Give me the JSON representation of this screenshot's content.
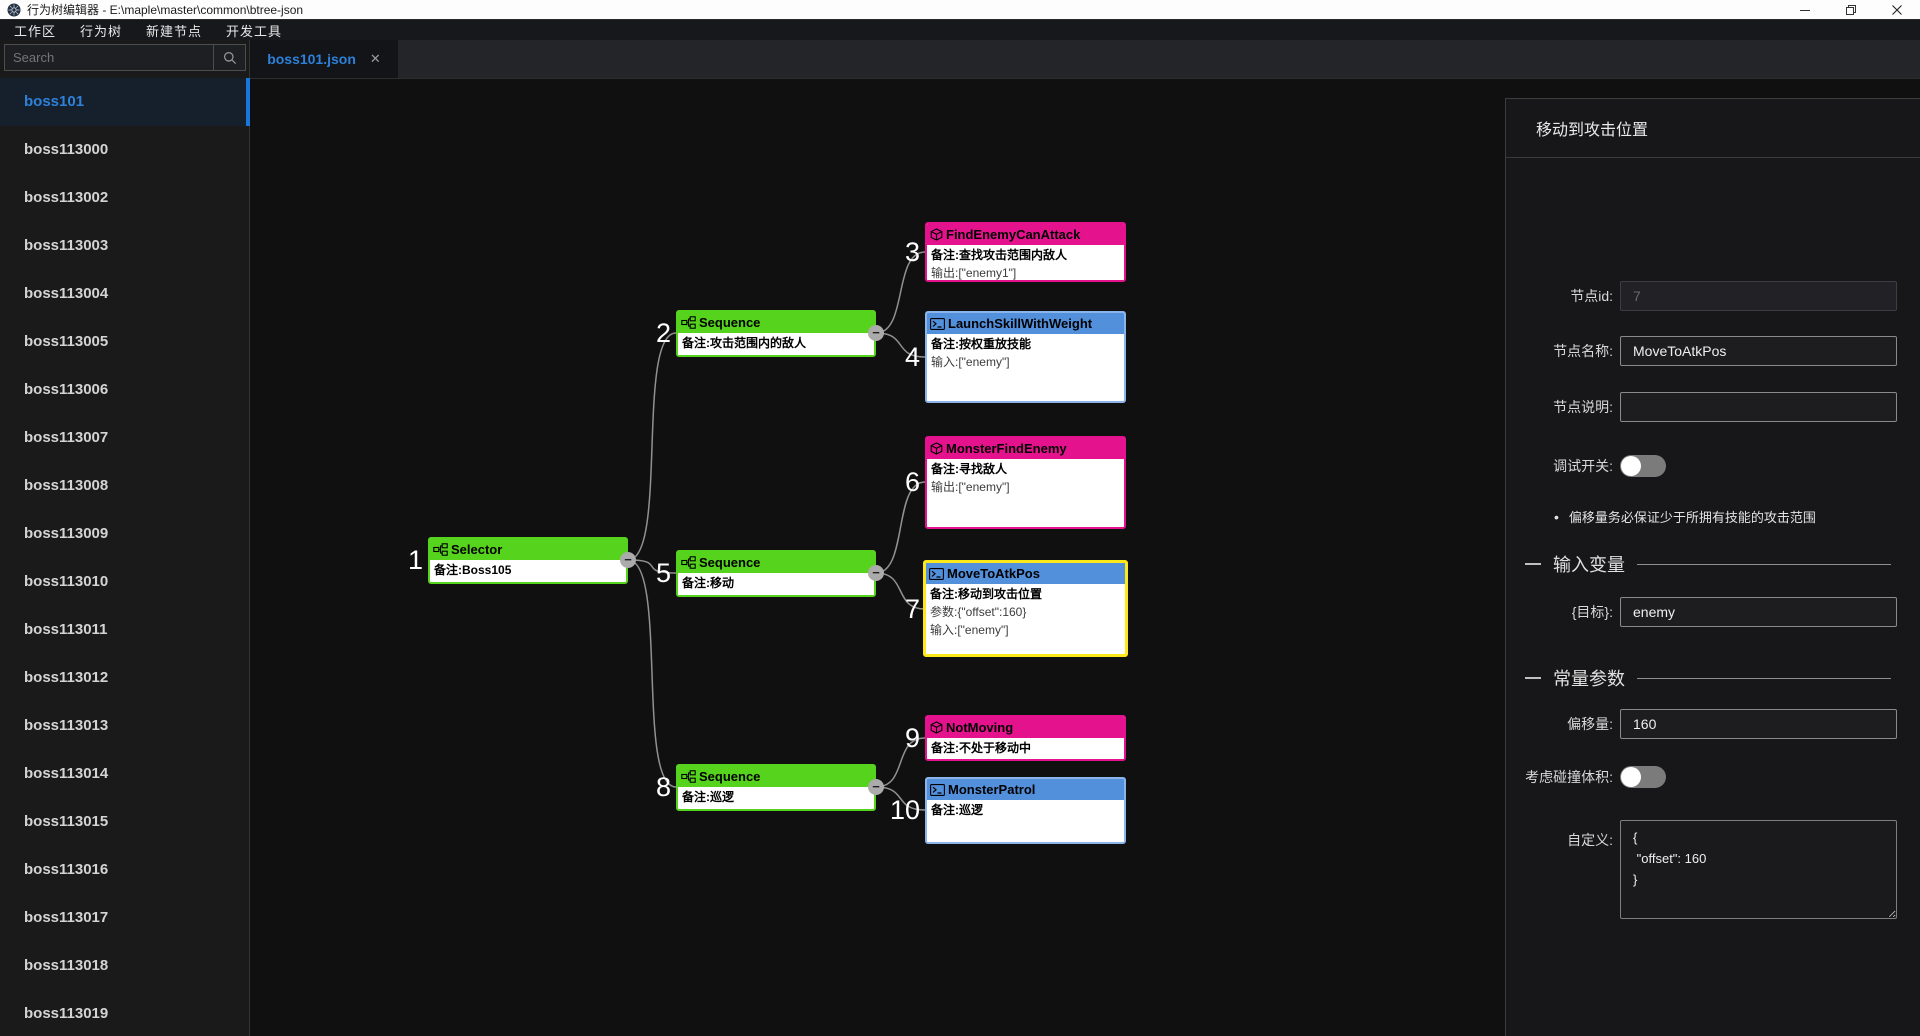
{
  "colors": {
    "accent_blue": "#2e80d8",
    "node_green": "#56d41d",
    "node_pink": "#e5128d",
    "node_blue": "#5390dc",
    "node_blue_border": "#8ab4ea",
    "selection_yellow": "#ffe81a"
  },
  "window": {
    "title": "行为树编辑器 - E:\\maple\\master\\common\\btree-json"
  },
  "menu": {
    "items": [
      "工作区",
      "行为树",
      "新建节点",
      "开发工具"
    ]
  },
  "sidebar": {
    "search_placeholder": "Search",
    "items": [
      "boss101",
      "boss113000",
      "boss113002",
      "boss113003",
      "boss113004",
      "boss113005",
      "boss113006",
      "boss113007",
      "boss113008",
      "boss113009",
      "boss113010",
      "boss113011",
      "boss113012",
      "boss113013",
      "boss113014",
      "boss113015",
      "boss113016",
      "boss113017",
      "boss113018",
      "boss113019"
    ]
  },
  "tabs": [
    {
      "label": "boss101.json"
    }
  ],
  "icons": {
    "close": "✕",
    "minus": "−"
  },
  "canvas": {
    "nodes": [
      {
        "num": "1",
        "title": "Selector",
        "lines": [
          "备注:Boss105"
        ]
      },
      {
        "num": "2",
        "title": "Sequence",
        "lines": [
          "备注:攻击范围内的敌人"
        ]
      },
      {
        "num": "3",
        "title": "FindEnemyCanAttack",
        "lines": [
          "备注:查找攻击范围内敌人",
          "输出:[\"enemy1\"]"
        ]
      },
      {
        "num": "4",
        "title": "LaunchSkillWithWeight",
        "lines": [
          "备注:按权重放技能",
          "输入:[\"enemy\"]"
        ]
      },
      {
        "num": "5",
        "title": "Sequence",
        "lines": [
          "备注:移动"
        ]
      },
      {
        "num": "6",
        "title": "MonsterFindEnemy",
        "lines": [
          "备注:寻找敌人",
          "输出:[\"enemy\"]"
        ]
      },
      {
        "num": "7",
        "title": "MoveToAtkPos",
        "lines": [
          "备注:移动到攻击位置",
          "参数:{\"offset\":160}",
          "输入:[\"enemy\"]"
        ]
      },
      {
        "num": "8",
        "title": "Sequence",
        "lines": [
          "备注:巡逻"
        ]
      },
      {
        "num": "9",
        "title": "NotMoving",
        "lines": [
          "备注:不处于移动中"
        ]
      },
      {
        "num": "10",
        "title": "MonsterPatrol",
        "lines": [
          "备注:巡逻"
        ]
      }
    ]
  },
  "panel": {
    "title": "移动到攻击位置",
    "node_id_label": "节点id:",
    "node_id_value": "7",
    "node_name_label": "节点名称:",
    "node_name_value": "MoveToAtkPos",
    "node_desc_label": "节点说明:",
    "node_desc_value": "",
    "debug_label": "调试开关:",
    "note": "偏移量务必保证少于所拥有技能的攻击范围",
    "input_section_title": "输入变量",
    "target_label": "{目标}:",
    "target_value": "enemy",
    "const_section_title": "常量参数",
    "offset_label": "偏移量:",
    "offset_value": "160",
    "collision_label": "考虑碰撞体积:",
    "custom_label": "自定义:",
    "custom_value": "{\n \"offset\": 160\n}"
  }
}
